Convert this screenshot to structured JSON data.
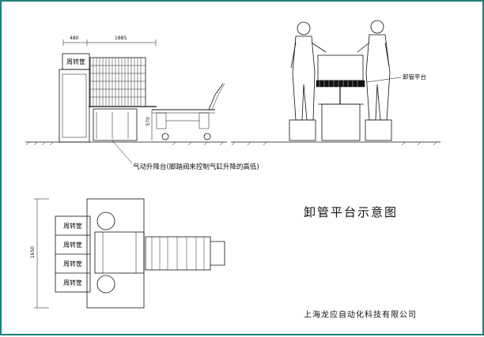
{
  "title": "卸管平台示意图",
  "company": "上海龙应自动化科技有限公司",
  "annotations": {
    "lift_platform_note": "气动升降台(脚踏阀来控制气缸升降的高低)",
    "platform_label": "卸管平台"
  },
  "box_labels": {
    "side_view": "周转筐",
    "top_view": [
      "周转筐",
      "周转筐",
      "周转筐",
      "周转筐"
    ]
  },
  "dimensions": {
    "top_left": "480",
    "top_right": "1885",
    "height": "570",
    "plan_height": "1650"
  }
}
